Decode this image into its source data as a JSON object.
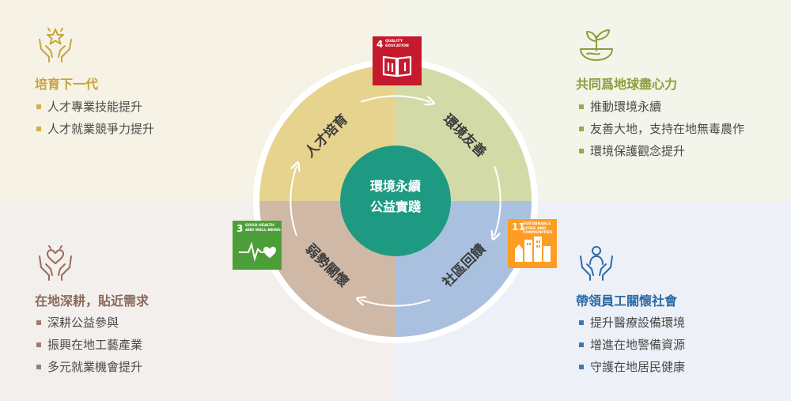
{
  "center": {
    "line1": "環境永續",
    "line2": "公益實踐"
  },
  "segments": {
    "top_left": "人才培育",
    "top_right": "環境友善",
    "bottom_right": "社區回饋",
    "bottom_left": "弱勢關懷"
  },
  "panels": {
    "top_left": {
      "title": "培育下一代",
      "items": [
        "人才專業技能提升",
        "人才就業競爭力提升"
      ],
      "icon": "hands-star-icon"
    },
    "top_right": {
      "title": "共同爲地球盡心力",
      "items": [
        "推動環境永續",
        "友善大地，支持在地無毒農作",
        "環境保護觀念提升"
      ],
      "icon": "plant-bowl-icon"
    },
    "bottom_left": {
      "title": "在地深耕，貼近需求",
      "items": [
        "深耕公益參與",
        "振興在地工藝產業",
        "多元就業機會提升"
      ],
      "icon": "hands-heart-icon"
    },
    "bottom_right": {
      "title": "帶領員工關懷社會",
      "items": [
        "提升醫療設備環境",
        "增進在地警備資源",
        "守護在地居民健康"
      ],
      "icon": "hands-person-icon"
    }
  },
  "sdg": {
    "quality_education": {
      "number": "4",
      "label": "QUALITY EDUCATION",
      "color": "#c5192d"
    },
    "good_health": {
      "number": "3",
      "label": "GOOD HEALTH AND WELL-BEING",
      "color": "#4c9f38"
    },
    "sustainable_cities": {
      "number": "11",
      "label": "SUSTAINABLE CITIES AND COMMUNITIES",
      "color": "#fd9d24"
    }
  },
  "colors": {
    "segment_top_left": "#e6d38d",
    "segment_top_right": "#d2dba7",
    "segment_bottom_right": "#a9c1df",
    "segment_bottom_left": "#d0b8a6",
    "center": "#1f9a82"
  }
}
